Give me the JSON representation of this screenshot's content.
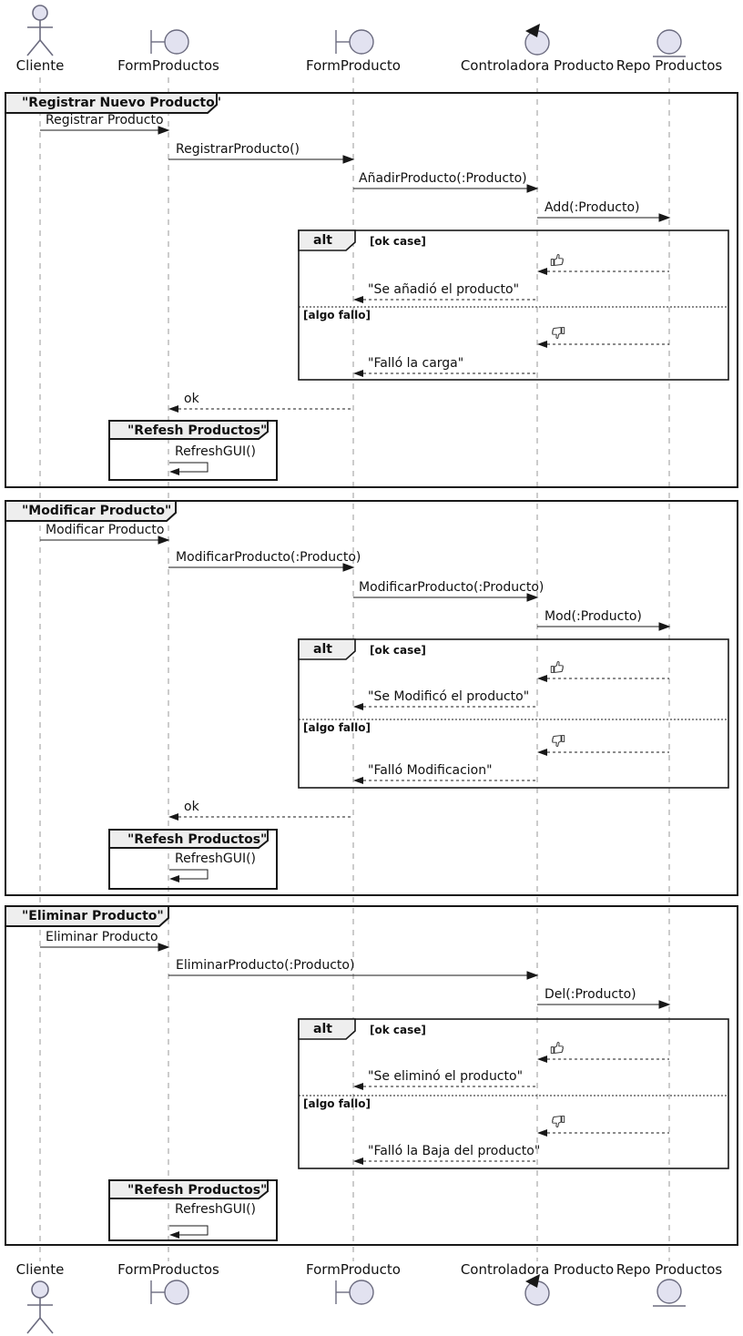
{
  "diagram": {
    "participants": [
      {
        "name": "Cliente",
        "type": "actor"
      },
      {
        "name": "FormProductos",
        "type": "boundary"
      },
      {
        "name": "FormProducto",
        "type": "boundary"
      },
      {
        "name": "Controladora Producto",
        "type": "control"
      },
      {
        "name": "Repo Productos",
        "type": "entity"
      }
    ],
    "icons": {
      "ok_result": "thumbs-up-icon",
      "fail_result": "thumbs-down-icon"
    },
    "colors": {
      "line": "#181818",
      "lifeline": "#999999",
      "shape_fill": "#E2E2F0",
      "header_fill": "#EEEEEE"
    },
    "frames": [
      {
        "title": "\"Registrar Nuevo Producto\"",
        "alt_keyword": "alt",
        "conditions": [
          "[ok case]",
          "[algo fallo]"
        ],
        "messages": {
          "m1": "Registrar Producto",
          "m2": "RegistrarProducto()",
          "m3": "AñadirProducto(:Producto)",
          "m4": "Add(:Producto)",
          "ok_reply": "\"Se añadió el producto\"",
          "fail_reply": "\"Falló la carga\"",
          "return_msg": "ok"
        },
        "sub_frame": {
          "title": "\"Refesh Productos\"",
          "message": "RefreshGUI()"
        }
      },
      {
        "title": "\"Modificar Producto\"",
        "alt_keyword": "alt",
        "conditions": [
          "[ok case]",
          "[algo fallo]"
        ],
        "messages": {
          "m1": "Modificar Producto",
          "m2": "ModificarProducto(:Producto)",
          "m3": "ModificarProducto(:Producto)",
          "m4": "Mod(:Producto)",
          "ok_reply": "\"Se Modificó el producto\"",
          "fail_reply": "\"Falló Modificacion\"",
          "return_msg": "ok"
        },
        "sub_frame": {
          "title": "\"Refesh Productos\"",
          "message": "RefreshGUI()"
        }
      },
      {
        "title": "\"Eliminar Producto\"",
        "alt_keyword": "alt",
        "conditions": [
          "[ok case]",
          "[algo fallo]"
        ],
        "messages": {
          "m1": "Eliminar Producto",
          "m2": "EliminarProducto(:Producto)",
          "m3": "Del(:Producto)",
          "ok_reply": "\"Se eliminó el producto\"",
          "fail_reply": "\"Falló la Baja del producto\""
        },
        "sub_frame": {
          "title": "\"Refesh Productos\"",
          "message": "RefreshGUI()"
        }
      }
    ]
  }
}
